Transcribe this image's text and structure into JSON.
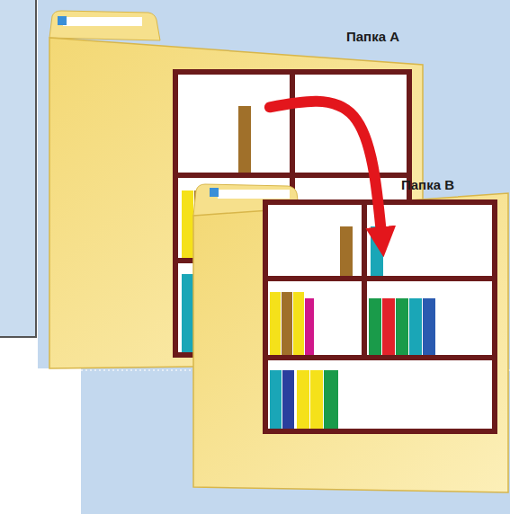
{
  "diagram": {
    "nodes": [
      {
        "text": [
          "Папка A"
        ]
      },
      {
        "text": [
          "Папка B"
        ]
      }
    ],
    "edges": [
      {
        "from": 0,
        "to": 1,
        "arrow": "to"
      }
    ]
  }
}
